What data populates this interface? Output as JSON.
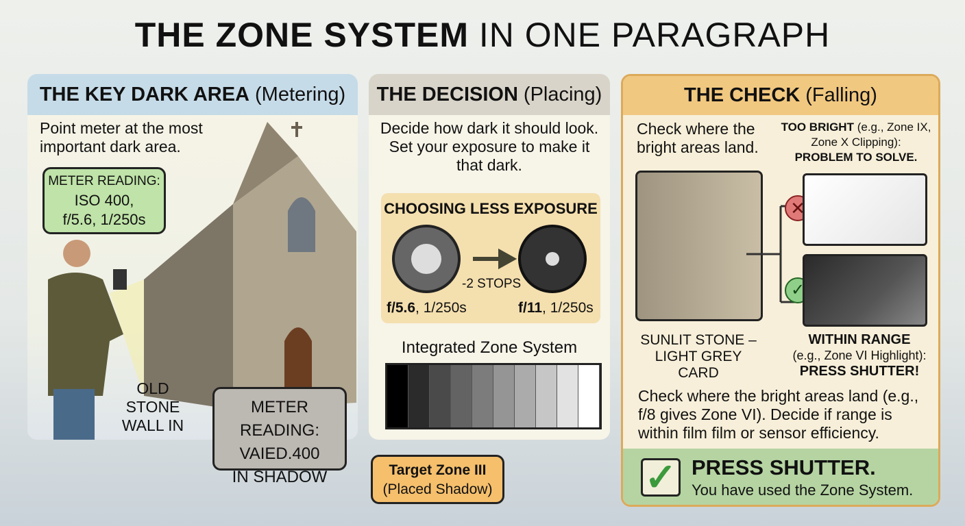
{
  "title": {
    "bold": "THE ZONE SYSTEM",
    "rest": " IN ONE PARAGRAPH"
  },
  "panel1": {
    "heading_bold": "THE KEY DARK AREA",
    "heading_rest": "(Metering)",
    "instruction": "Point meter at the most important dark area.",
    "meter_bubble": {
      "line1": "METER READING:",
      "line2": "ISO 400,",
      "line3": "f/5.6, 1/250s"
    },
    "wall_label": "OLD STONE WALL IN",
    "shadow_bubble": {
      "line1": "METER READING:",
      "line2": "VAIED.400",
      "line3": "IN SHADOW"
    },
    "color": "#c6dbe8"
  },
  "panel2": {
    "heading_bold": "THE DECISION",
    "heading_rest": "(Placing)",
    "instruction": "Decide how dark it should look. Set your exposure to make it that dark.",
    "exposure_box": {
      "title": "CHOOSING LESS EXPOSURE",
      "stops": "-2 STOPS",
      "from_bold": "f/5.6",
      "from_rest": ", 1/250s",
      "to_bold": "f/11",
      "to_rest": ", 1/250s"
    },
    "zone_scale": {
      "title": "Integrated Zone System",
      "tones": [
        "#000000",
        "#2b2b2b",
        "#4a4a4a",
        "#636363",
        "#7c7c7c",
        "#959595",
        "#ababab",
        "#c6c6c6",
        "#e2e2e2",
        "#ffffff"
      ]
    },
    "target": {
      "line1": "Target Zone III",
      "line2": "(Placed Shadow)"
    },
    "color": "#d9d4c9"
  },
  "panel3": {
    "heading_bold": "THE CHECK",
    "heading_rest": "(Falling)",
    "instruction": "Check where the bright areas land.",
    "photo_label": "SUNLIT STONE – LIGHT GREY CARD",
    "too_bright": {
      "bold": "TOO BRIGHT",
      "rest": " (e.g., Zone IX, Zone X Clipping):",
      "action": "PROBLEM TO SOLVE.",
      "icon": "x-circle-icon"
    },
    "within_range": {
      "bold": "WITHIN RANGE",
      "rest": "(e.g., Zone VI Highlight):",
      "action": "PRESS SHUTTER!",
      "icon": "check-circle-icon"
    },
    "summary": "Check where the bright areas land (e.g., f/8 gives Zone VI). Decide if range is within film film or sensor efficiency.",
    "final": {
      "title": "PRESS SHUTTER.",
      "subtitle": "You have used the Zone System."
    },
    "color": "#f1c880",
    "border": "#dcaa5a"
  }
}
